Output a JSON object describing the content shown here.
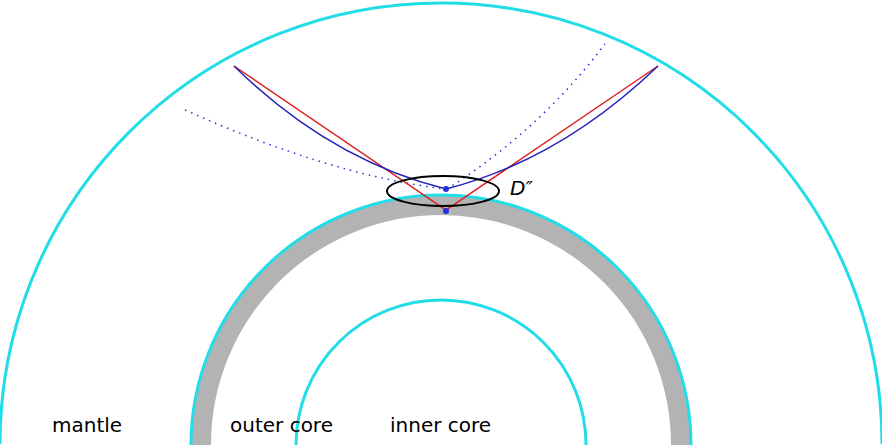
{
  "diagram": {
    "labels": [
      "D″",
      "mantle",
      "outer core",
      "inner core"
    ]
  }
}
